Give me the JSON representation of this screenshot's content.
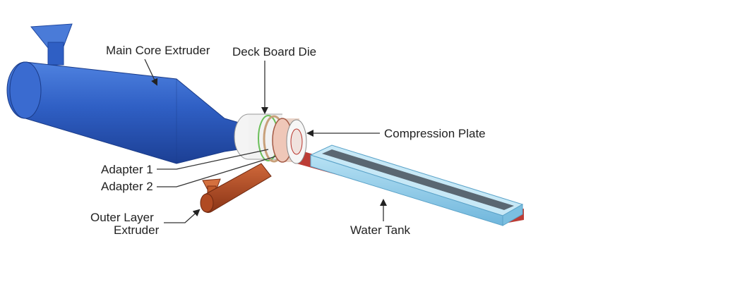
{
  "diagram": {
    "labels": {
      "main_core_extruder": "Main Core Extruder",
      "deck_board_die": "Deck Board Die",
      "compression_plate": "Compression Plate",
      "adapter_1": "Adapter 1",
      "adapter_2": "Adapter 2",
      "outer_layer_line1": "Outer Layer",
      "outer_layer_line2": "Extruder",
      "water_tank": "Water Tank"
    },
    "colors": {
      "main_extruder": "#2f5fc4",
      "main_extruder_dark": "#1f47a0",
      "outer_extruder": "#b04a22",
      "profile": "#b8322a",
      "water_tank": "#8cc8e6",
      "die_body": "#f2f2f2"
    }
  }
}
